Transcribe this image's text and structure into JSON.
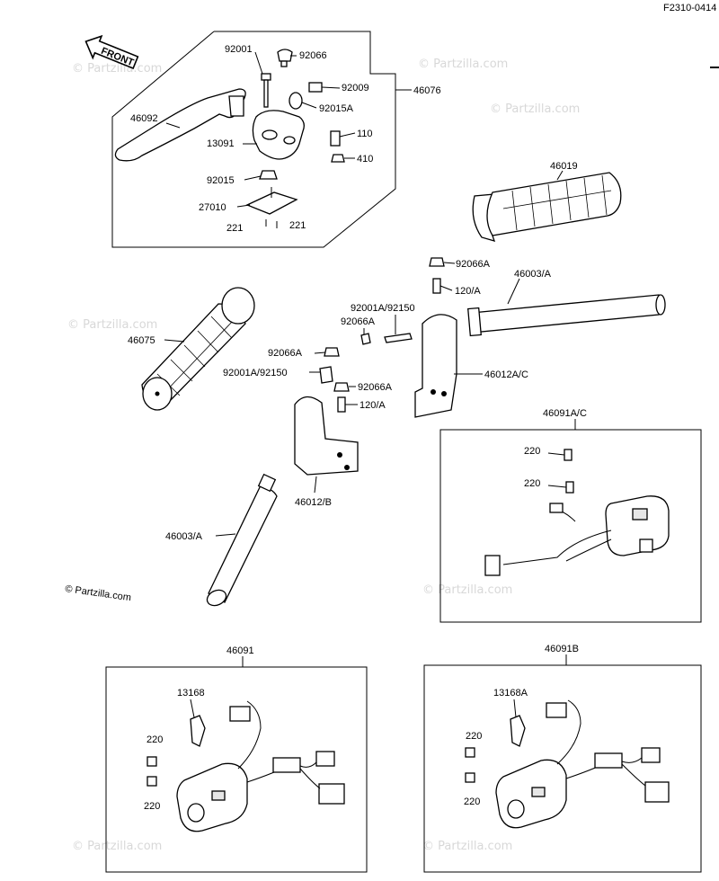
{
  "header": {
    "figure_code": "F2310-0414"
  },
  "front_arrow": {
    "label": "FRONT"
  },
  "watermark": {
    "text": "© Partzilla.com"
  },
  "callouts": {
    "p92001": "92001",
    "p92066": "92066",
    "p92009": "92009",
    "p46076": "46076",
    "p92015A": "92015A",
    "p46092": "46092",
    "p13091": "13091",
    "p110": "110",
    "p410": "410",
    "p92015": "92015",
    "p27010": "27010",
    "p221a": "221",
    "p221b": "221",
    "p46019": "46019",
    "p92066A_1": "92066A",
    "p46003A_1": "46003/A",
    "p120A_1": "120/A",
    "p92001A_92150_1": "92001A/92150",
    "p92066A_2": "92066A",
    "p46075": "46075",
    "p92066A_3": "92066A",
    "p46012AC": "46012A/C",
    "p92001A_92150_2": "92001A/92150",
    "p92066A_4": "92066A",
    "p120A_2": "120/A",
    "p46091AC": "46091A/C",
    "p220_1": "220",
    "p220_2": "220",
    "p46012B": "46012/B",
    "p46003A_2": "46003/A",
    "p46091": "46091",
    "p46091B": "46091B",
    "p13168": "13168",
    "p13168A": "13168A",
    "p220_3": "220",
    "p220_4": "220",
    "p220_5": "220",
    "p220_6": "220"
  }
}
